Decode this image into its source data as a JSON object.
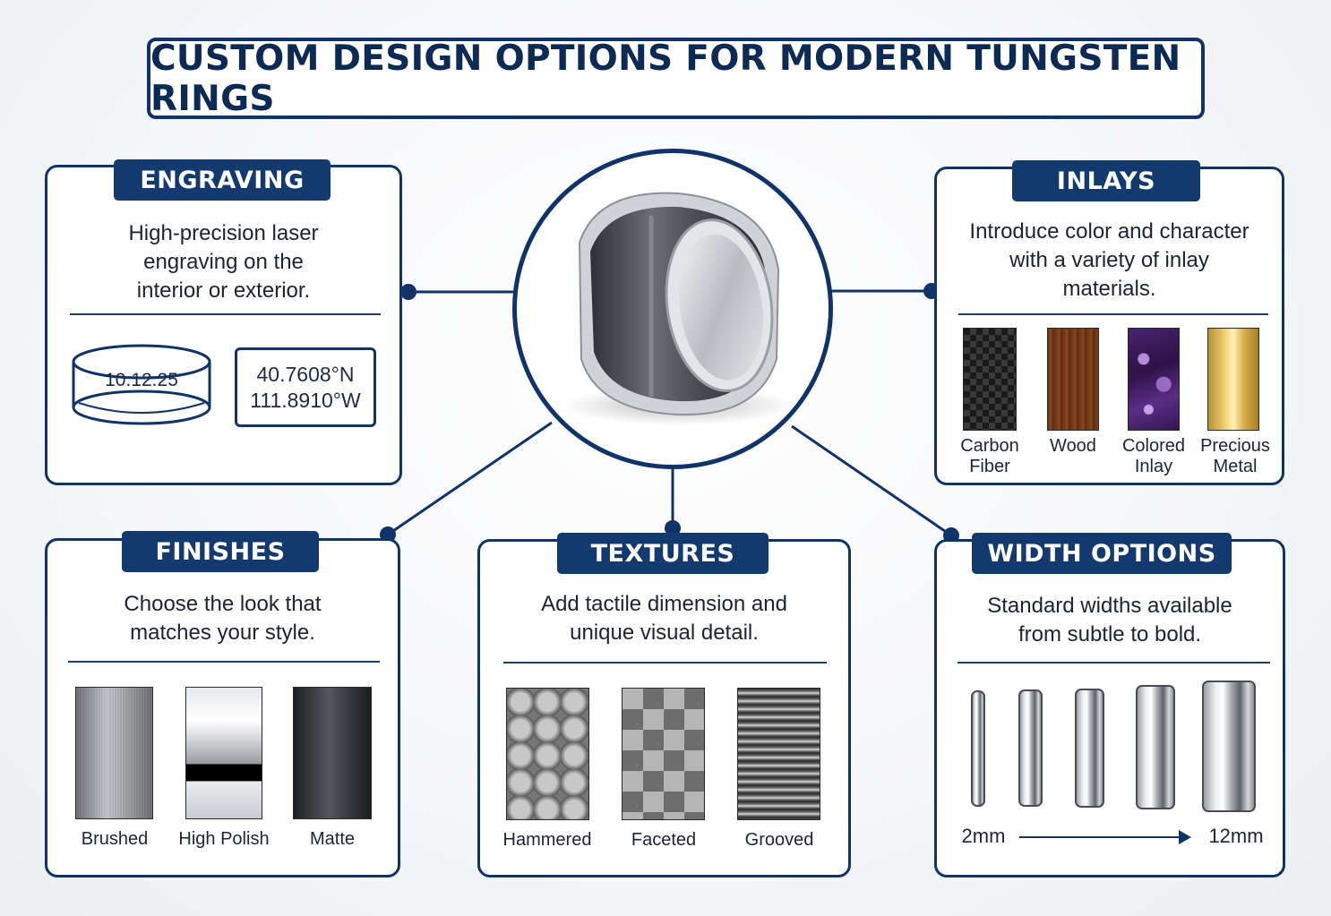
{
  "title": "CUSTOM DESIGN OPTIONS FOR MODERN TUNGSTEN RINGS",
  "colors": {
    "navy": "#10346a",
    "badge": "#123a6f",
    "background": "#f4f5f7"
  },
  "engraving": {
    "heading": "ENGRAVING",
    "description": [
      "High-precision laser",
      "engraving on the",
      "interior or exterior."
    ],
    "date_sample": "10.12.25",
    "coordinates": [
      "40.7608°N",
      "111.8910°W"
    ]
  },
  "inlays": {
    "heading": "INLAYS",
    "description": [
      "Introduce color and character",
      "with a variety of inlay",
      "materials."
    ],
    "items": [
      {
        "label": [
          "Carbon",
          "Fiber"
        ],
        "swatch": "carbon"
      },
      {
        "label": [
          "Wood"
        ],
        "swatch": "wood"
      },
      {
        "label": [
          "Colored",
          "Inlay"
        ],
        "swatch": "colored"
      },
      {
        "label": [
          "Precious",
          "Metal"
        ],
        "swatch": "gold"
      }
    ]
  },
  "finishes": {
    "heading": "FINISHES",
    "description": [
      "Choose the look that",
      "matches your style."
    ],
    "items": [
      {
        "label": "Brushed",
        "swatch": "brushed"
      },
      {
        "label": "High Polish",
        "swatch": "polish"
      },
      {
        "label": "Matte",
        "swatch": "matte"
      }
    ]
  },
  "textures": {
    "heading": "TEXTURES",
    "description": [
      "Add tactile dimension and",
      "unique visual detail."
    ],
    "items": [
      {
        "label": "Hammered",
        "swatch": "hammer"
      },
      {
        "label": "Faceted",
        "swatch": "facet"
      },
      {
        "label": "Grooved",
        "swatch": "groove"
      }
    ]
  },
  "width_options": {
    "heading": "WIDTH OPTIONS",
    "description": [
      "Standard widths available",
      "from subtle to bold."
    ],
    "min_label": "2mm",
    "max_label": "12mm"
  }
}
